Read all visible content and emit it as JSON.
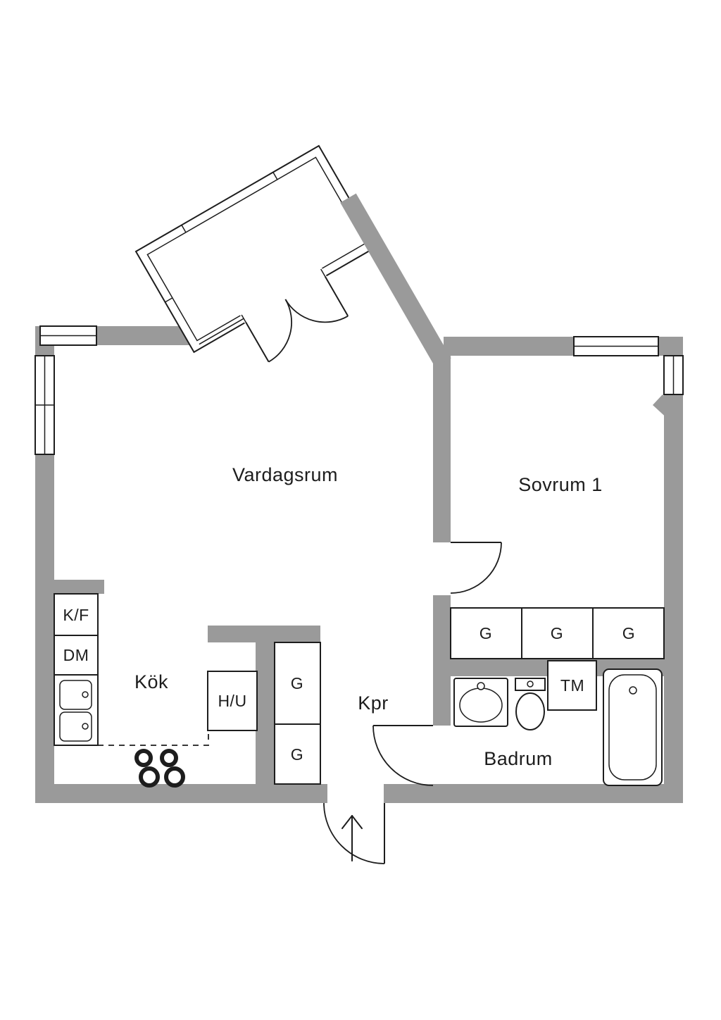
{
  "colors": {
    "wall": "#9a9a9a",
    "line": "#1d1d1d",
    "background": "#ffffff"
  },
  "rooms": {
    "living": "Vardagsrum",
    "bedroom": "Sovrum 1",
    "kitchen": "Kök",
    "hallway": "Kpr",
    "bathroom": "Badrum"
  },
  "units": {
    "fridge_freezer": "K/F",
    "dishwasher": "DM",
    "tall_cabinet": "H/U",
    "wardrobe": "G",
    "washing_machine": "TM"
  }
}
